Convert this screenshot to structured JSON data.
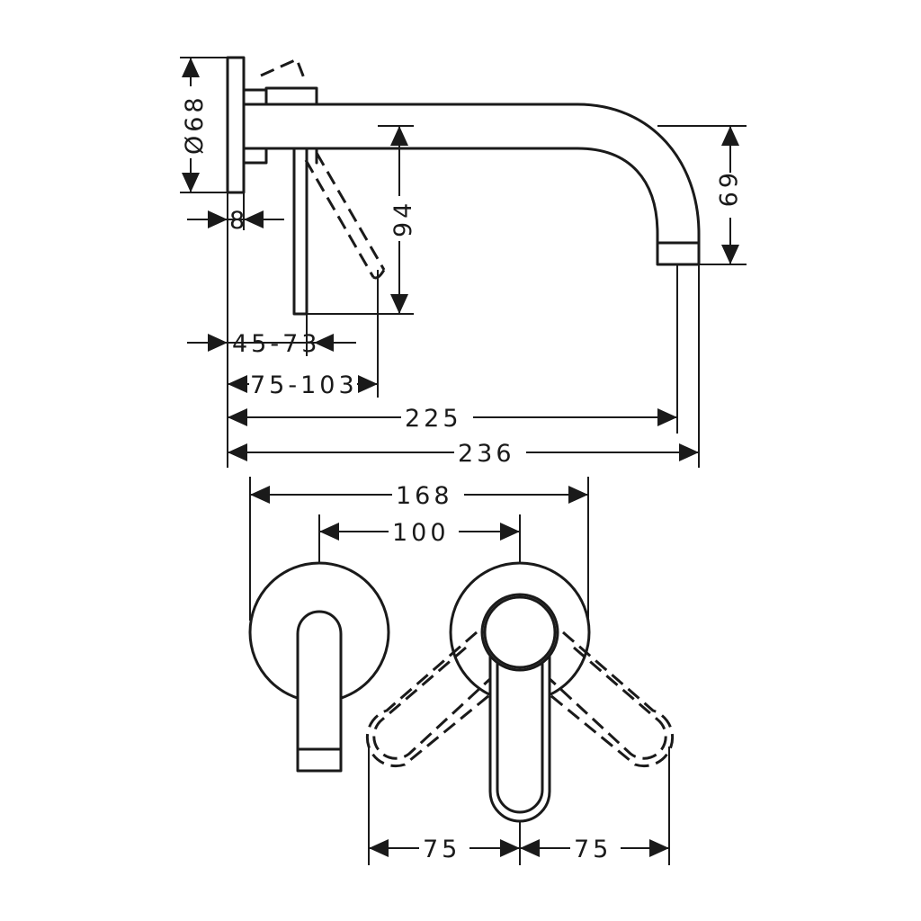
{
  "dimensions": {
    "rosette_diameter": "Ø68",
    "rosette_thickness": "8",
    "spout_height": "69",
    "lever_drop": "94",
    "lever_range_a": "45-73",
    "lever_range_b": "75-103",
    "spout_projection": "225",
    "overall_projection": "236",
    "overall_width": "168",
    "center_distance": "100",
    "swing_left": "75",
    "swing_right": "75"
  }
}
